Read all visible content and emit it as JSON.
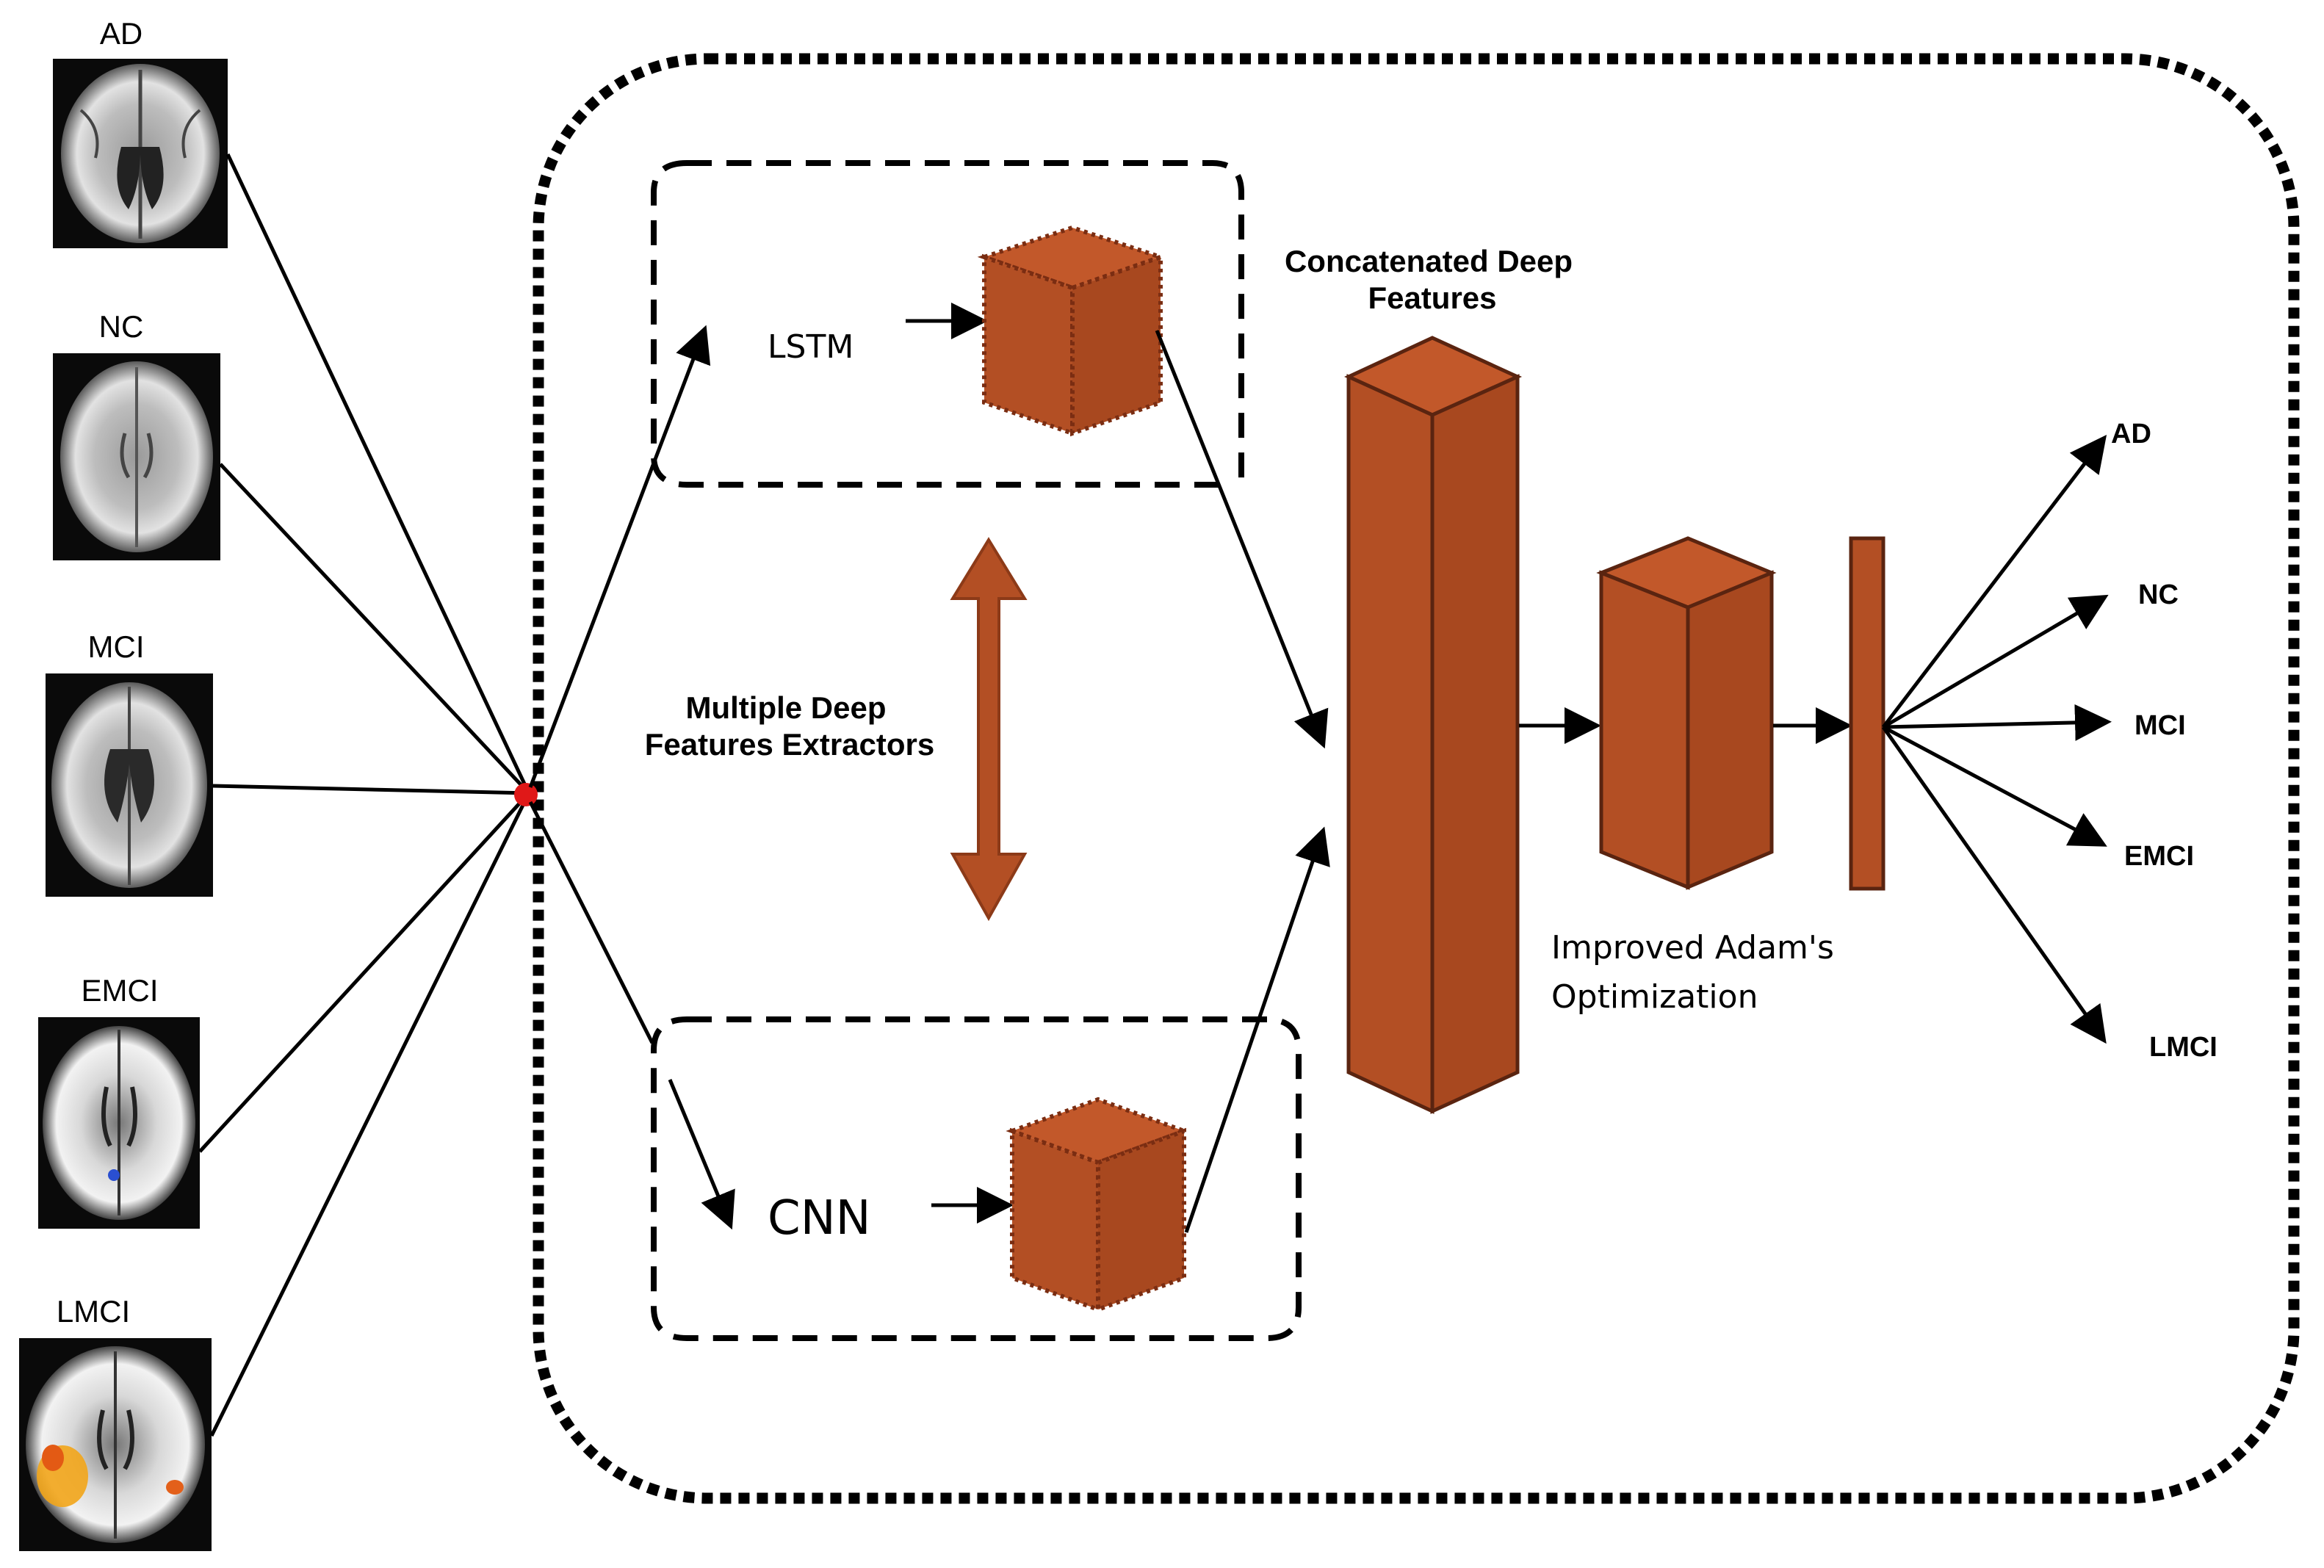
{
  "inputs": [
    {
      "id": "ad",
      "label": "AD"
    },
    {
      "id": "nc",
      "label": "NC"
    },
    {
      "id": "mci",
      "label": "MCI"
    },
    {
      "id": "emci",
      "label": "EMCI"
    },
    {
      "id": "lmci",
      "label": "LMCI"
    }
  ],
  "extractors": {
    "lstm_label": "LSTM",
    "cnn_label": "CNN",
    "caption_line1": "Multiple Deep",
    "caption_line2": "Features Extractors"
  },
  "concat": {
    "line1": "Concatenated Deep",
    "line2": "Features"
  },
  "optimizer": {
    "line1": "Improved Adam's",
    "line2": "Optimization"
  },
  "outputs": [
    {
      "id": "ad",
      "label": "AD"
    },
    {
      "id": "nc",
      "label": "NC"
    },
    {
      "id": "mci",
      "label": "MCI"
    },
    {
      "id": "emci",
      "label": "EMCI"
    },
    {
      "id": "lmci",
      "label": "LMCI"
    }
  ],
  "colors": {
    "block": "#b34f24",
    "block_edge": "#6b2a12",
    "arrow": "#000000",
    "double_arrow": "#b34f24",
    "junction": "#e01818"
  }
}
